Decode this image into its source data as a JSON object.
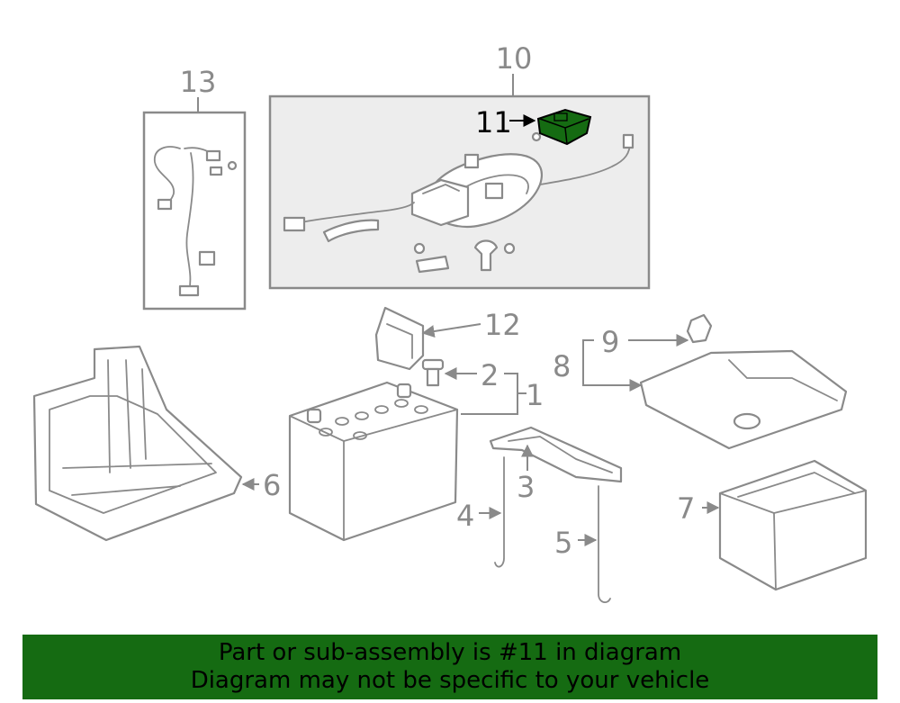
{
  "callouts": {
    "c1": "1",
    "c2": "2",
    "c3": "3",
    "c4": "4",
    "c5": "5",
    "c6": "6",
    "c7": "7",
    "c8": "8",
    "c9": "9",
    "c10": "10",
    "c11": "11",
    "c12": "12",
    "c13": "13"
  },
  "highlight": {
    "part": "11",
    "color": "#156b12"
  },
  "banner": {
    "line1": "Part or sub-assembly is #11 in diagram",
    "line2": "Diagram may not be specific to your vehicle",
    "background": "#156b12"
  }
}
